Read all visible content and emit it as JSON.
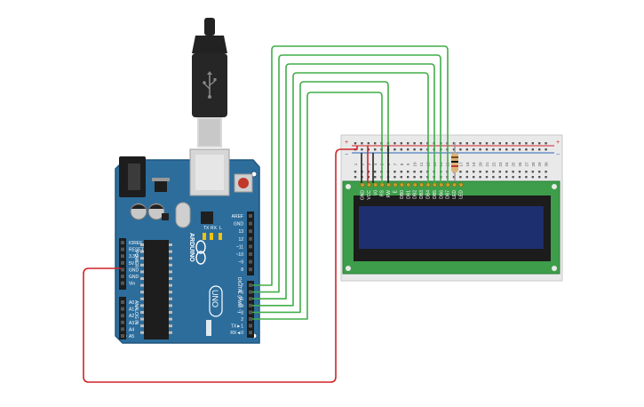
{
  "colors": {
    "board": "#2c6d9c",
    "board_edge": "#1f557c",
    "header": "#1d1d1d",
    "wire_green": "#41ad49",
    "wire_red": "#d1242a",
    "wire_black": "#222222",
    "lcd_pcb": "#3d9d4a",
    "lcd_screen": "#1d2f6e",
    "breadboard": "#e9e9e9",
    "rail_red": "#d1242a",
    "rail_blue": "#2a62b8"
  },
  "arduino": {
    "brand": "ARDUINO",
    "model": "UNO",
    "digital_header_label": "DIGITAL (PWM ~)",
    "power_header_label": "POWER",
    "analog_header_label": "ANALOG IN",
    "led_l": "L",
    "led_tx": "TX",
    "led_rx": "RX",
    "digital_pins": [
      "AREF",
      "GND",
      "13",
      "12",
      "~11",
      "~10",
      "~9",
      "8",
      "7",
      "~6",
      "~5",
      "4",
      "~3",
      "2",
      "TX►1",
      "RX◄0"
    ],
    "power_pins": [
      "IOREF",
      "RESET",
      "3.3V",
      "5V",
      "GND",
      "GND",
      "Vin"
    ],
    "analog_pins": [
      "A0",
      "A1",
      "A2",
      "A3",
      "A4",
      "A5"
    ]
  },
  "breadboard": {
    "plus_label": "+",
    "minus_label": "−",
    "column_numbers": [
      "1",
      "2",
      "3",
      "4",
      "5",
      "6",
      "7",
      "8",
      "9",
      "10",
      "11",
      "12",
      "13",
      "14",
      "15",
      "16",
      "17",
      "18",
      "19",
      "20",
      "21",
      "22",
      "23",
      "24",
      "25",
      "26",
      "27",
      "28",
      "29",
      "30"
    ]
  },
  "lcd": {
    "pin_labels": [
      "GND",
      "VCC",
      "V0",
      "RS",
      "RW",
      "E",
      "DB0",
      "DB1",
      "DB2",
      "DB3",
      "DB4",
      "DB5",
      "DB6",
      "DB7",
      "LED",
      "LED"
    ]
  },
  "usb": {
    "icon": "usb-icon"
  }
}
